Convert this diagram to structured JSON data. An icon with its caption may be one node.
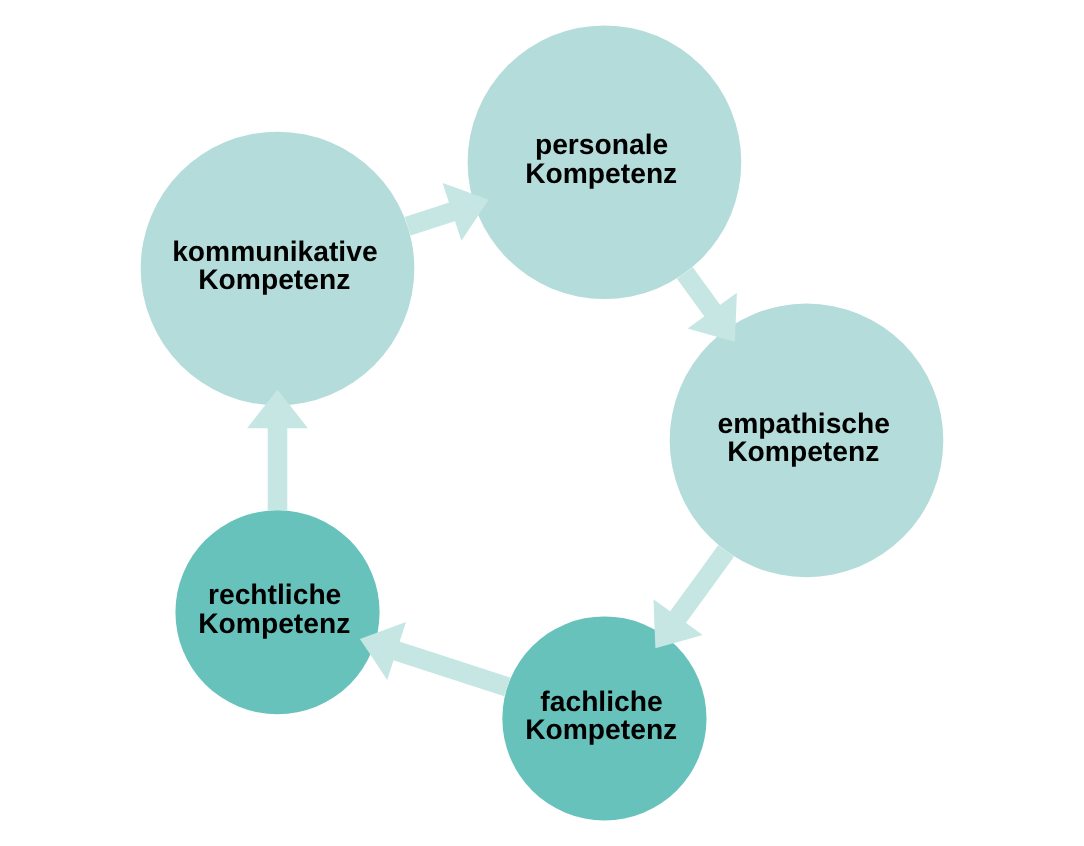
{
  "diagram": {
    "nodes": [
      {
        "text": [
          "fachliche Kompetenz"
        ]
      },
      {
        "text": [
          "rechtliche Kompetenz"
        ]
      },
      {
        "text": [
          "kommunikative Kompetenz"
        ]
      },
      {
        "text": [
          "personale Kompetenz"
        ]
      },
      {
        "text": [
          "empathische Kompetenz"
        ]
      }
    ],
    "edges": [
      {
        "from": 0,
        "to": 1,
        "arrow": "to"
      },
      {
        "from": 1,
        "to": 2,
        "arrow": "to"
      },
      {
        "from": 2,
        "to": 3,
        "arrow": "to"
      },
      {
        "from": 3,
        "to": 4,
        "arrow": "to"
      },
      {
        "from": 4,
        "to": 0,
        "arrow": "to"
      }
    ]
  }
}
